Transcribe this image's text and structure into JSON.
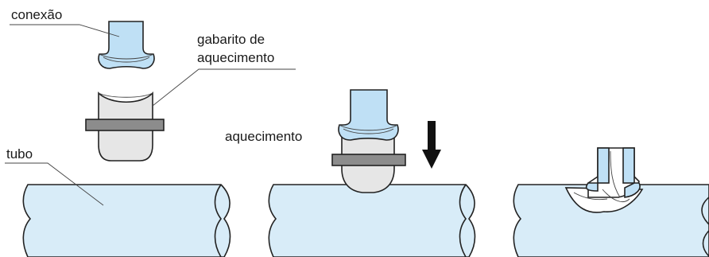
{
  "labels": {
    "fitting": "conexão",
    "heater_jig_line1": "gabarito de",
    "heater_jig_line2": "aquecimento",
    "heating": "aquecimento",
    "pipe": "tubo"
  },
  "colors": {
    "pipe_fill": "#d8ecf8",
    "fitting_fill": "#bfe0f5",
    "heater_fill": "#e6e6e6",
    "band_fill": "#8c8c8c",
    "outline": "#222222"
  },
  "icons": [
    "down-arrow-icon"
  ]
}
